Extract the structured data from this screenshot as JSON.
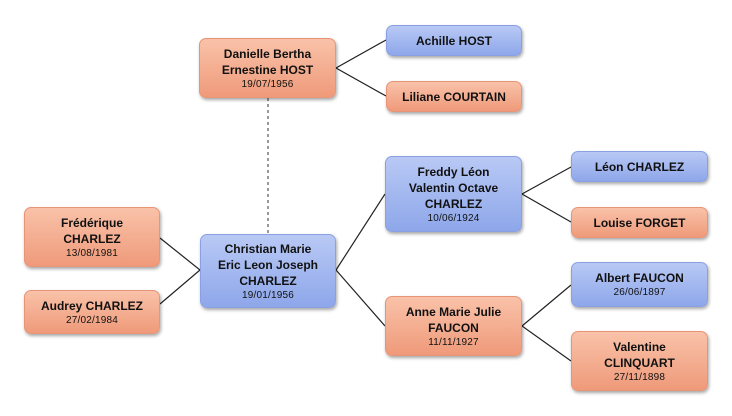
{
  "people": {
    "danielle": {
      "name": "Danielle Bertha\nErnestine HOST",
      "date": "19/07/1956"
    },
    "achille": {
      "name": "Achille HOST",
      "date": ""
    },
    "liliane": {
      "name": "Liliane COURTAIN",
      "date": ""
    },
    "christian": {
      "name": "Christian Marie\nEric Leon Joseph\nCHARLEZ",
      "date": "19/01/1956"
    },
    "frederique": {
      "name": "Frédérique\nCHARLEZ",
      "date": "13/08/1981"
    },
    "audrey": {
      "name": "Audrey CHARLEZ",
      "date": "27/02/1984"
    },
    "freddy": {
      "name": "Freddy Léon\nValentin Octave\nCHARLEZ",
      "date": "10/06/1924"
    },
    "anne": {
      "name": "Anne Marie Julie\nFAUCON",
      "date": "11/11/1927"
    },
    "leon": {
      "name": "Léon CHARLEZ",
      "date": ""
    },
    "louise": {
      "name": "Louise FORGET",
      "date": ""
    },
    "albert": {
      "name": "Albert FAUCON",
      "date": "26/06/1897"
    },
    "valentine": {
      "name": "Valentine\nCLINQUART",
      "date": "27/11/1898"
    }
  },
  "colors": {
    "female_fill": "#f3a88a",
    "male_fill": "#9fb5ee",
    "connector": "#222222",
    "spouse_link": "#555555"
  }
}
